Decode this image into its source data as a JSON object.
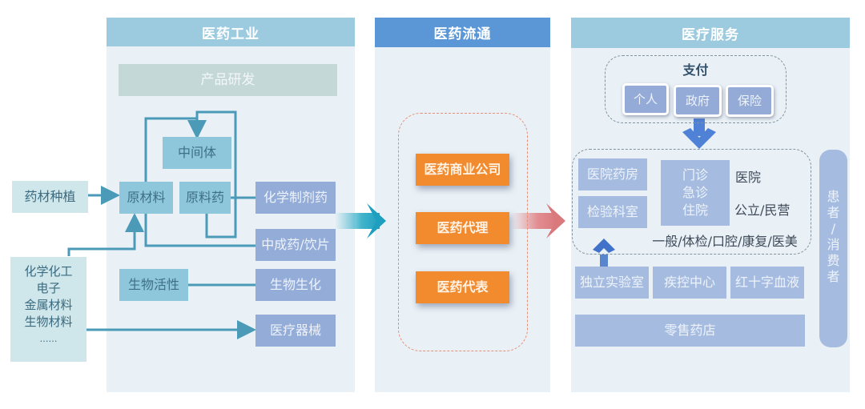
{
  "sections": {
    "industry": {
      "title": "医药工业"
    },
    "distribution": {
      "title": "医药流通"
    },
    "services": {
      "title": "医疗服务"
    }
  },
  "industry": {
    "rnd": "产品研发",
    "intermediate": "中间体",
    "raw_material": "原材料",
    "api": "原料药",
    "bioactive": "生物活性",
    "products": [
      "化学制剂药",
      "中成药/饮片",
      "生物生化",
      "医疗器械"
    ]
  },
  "inputs": {
    "herb_planting": "药材种植",
    "materials": [
      "化学化工",
      "电子",
      "金属材料",
      "生物材料",
      "……"
    ]
  },
  "distribution": {
    "items": [
      "医药商业公司",
      "医药代理",
      "医药代表"
    ]
  },
  "services": {
    "payment": {
      "title": "支付",
      "items": [
        "个人",
        "政府",
        "保险"
      ]
    },
    "hospital_pharmacy": "医院药房",
    "lab_dept": "检验科室",
    "care_types": [
      "门诊",
      "急诊",
      "住院"
    ],
    "hospital_label": "医院",
    "ownership_label": "公立/民营",
    "specialty_label": "一般/体检/口腔/康复/医美",
    "institutions": [
      "独立实验室",
      "疾控中心",
      "红十字血液"
    ],
    "retail_pharmacy": "零售药店",
    "consumer_label": [
      "患",
      "者",
      "/",
      "消",
      "费",
      "者"
    ]
  },
  "colors": {
    "industry_header": "#9ccbe0",
    "distribution_header": "#5b97d6",
    "services_header": "#9ccbe0",
    "panel_bg": "#eaf1f6",
    "orange": "#f28a2e",
    "flow_line": "#4b9ab8"
  }
}
